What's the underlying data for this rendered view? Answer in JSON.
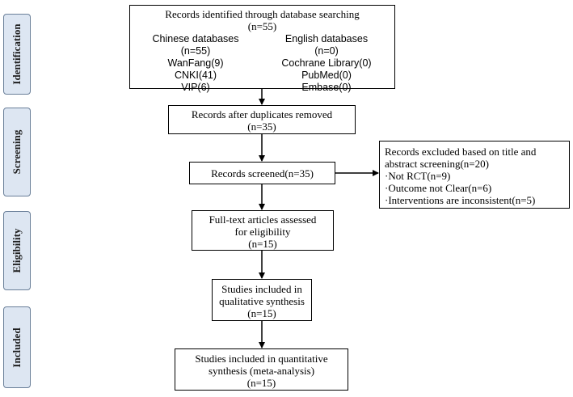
{
  "phases": [
    "Identification",
    "Screening",
    "Eligibility",
    "Included"
  ],
  "identification": {
    "title": "Records identified through database searching",
    "total": "(n=55)",
    "chinese": [
      "Chinese databases",
      "(n=55)",
      "WanFang(9)",
      "CNKI(41)",
      "VIP(6)"
    ],
    "english": [
      "English  databases",
      "(n=0)",
      "Cochrane Library(0)",
      "PubMed(0)",
      "Embase(0)"
    ]
  },
  "duplicates": [
    "Records after duplicates removed",
    "(n=35)"
  ],
  "screened": [
    "Records screened(n=35)"
  ],
  "excluded": [
    "Records excluded based on title and",
    "abstract screening(n=20)",
    "·Not RCT(n=9)",
    "·Outcome not Clear(n=6)",
    "·Interventions are inconsistent(n=5)"
  ],
  "fulltext": [
    "Full-text articles assessed",
    "for eligibility",
    "(n=15)"
  ],
  "qualitative": [
    "Studies included in",
    "qualitative synthesis",
    "(n=15)"
  ],
  "quantitative": [
    "Studies included in quantitative",
    "synthesis (meta-analysis)",
    "(n=15)"
  ]
}
